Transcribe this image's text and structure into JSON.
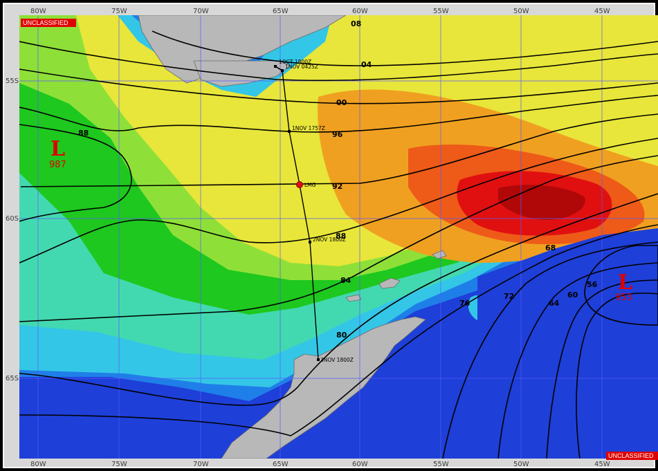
{
  "map": {
    "classification_top": "UNCLASSIFIED",
    "classification_bottom": "UNCLASSIFIED",
    "longitude_labels": [
      "80W",
      "75W",
      "70W",
      "65W",
      "60W",
      "55W",
      "50W",
      "45W"
    ],
    "latitude_labels": [
      "55S",
      "60S",
      "65S"
    ],
    "isobar_labels": [
      "08",
      "04",
      "00",
      "96",
      "92",
      "88",
      "88",
      "84",
      "80",
      "76",
      "72",
      "68",
      "64",
      "60",
      "56"
    ],
    "lows": [
      {
        "letter": "L",
        "value": "987"
      },
      {
        "letter": "L",
        "value": "953"
      }
    ],
    "track_points": [
      "1OCT 1800Z",
      "1NOV 0425Z",
      "1NOV 1757Z",
      "LMG",
      "2NOV 1800Z",
      "3NOV 1800Z"
    ],
    "colors": {
      "deep_blue": "#1e3fd8",
      "blue": "#1f7fe8",
      "cyan": "#34c6e6",
      "teal": "#43d9b0",
      "green": "#1ec81e",
      "light_green": "#8ee038",
      "yellow": "#e8e63a",
      "orange": "#f0a020",
      "red_orange": "#ee5a18",
      "red": "#e01010",
      "dark_red": "#b00808",
      "land": "#b8b8b8",
      "classification_bg": "#e00000"
    }
  }
}
